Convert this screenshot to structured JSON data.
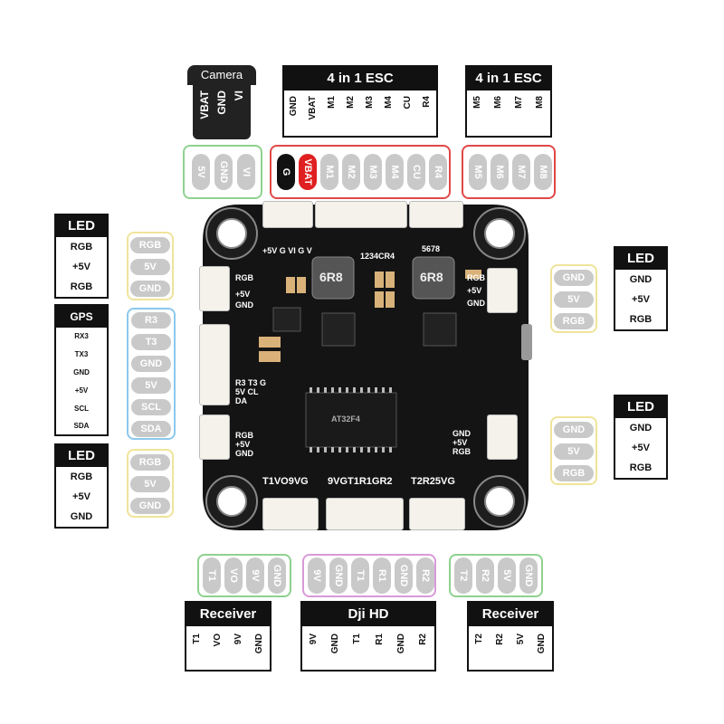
{
  "camera": {
    "title": "Camera",
    "pins": [
      "VBAT",
      "GND",
      "VI"
    ],
    "board_pins": [
      "5V",
      "GND",
      "VI"
    ]
  },
  "esc1": {
    "title": "4 in 1 ESC",
    "pins": [
      "GND",
      "VBAT",
      "M1",
      "M2",
      "M3",
      "M4",
      "CU",
      "R4"
    ],
    "board_pins": [
      "G",
      "VBAT",
      "M1",
      "M2",
      "M3",
      "M4",
      "CU",
      "R4"
    ]
  },
  "esc2": {
    "title": "4 in 1 ESC",
    "pins": [
      "M5",
      "M6",
      "M7",
      "M8"
    ],
    "board_pins": [
      "M5",
      "M6",
      "M7",
      "M8"
    ]
  },
  "led_left_top": {
    "title": "LED",
    "pins": [
      "RGB",
      "+5V",
      "RGB"
    ],
    "board_pins": [
      "RGB",
      "5V",
      "GND"
    ]
  },
  "gps": {
    "title": "GPS",
    "pins": [
      "RX3",
      "TX3",
      "GND",
      "+5V",
      "SCL",
      "SDA"
    ],
    "board_pins": [
      "R3",
      "T3",
      "GND",
      "5V",
      "SCL",
      "SDA"
    ]
  },
  "led_left_bottom": {
    "title": "LED",
    "pins": [
      "RGB",
      "+5V",
      "GND"
    ],
    "board_pins": [
      "RGB",
      "5V",
      "GND"
    ]
  },
  "led_right_top": {
    "title": "LED",
    "pins": [
      "GND",
      "+5V",
      "RGB"
    ],
    "board_pins": [
      "GND",
      "5V",
      "RGB"
    ]
  },
  "led_right_bottom": {
    "title": "LED",
    "pins": [
      "GND",
      "+5V",
      "RGB"
    ],
    "board_pins": [
      "GND",
      "5V",
      "RGB"
    ]
  },
  "receiver_left": {
    "title": "Receiver",
    "pins": [
      "T1",
      "VO",
      "9V",
      "GND"
    ],
    "board_pins": [
      "T1",
      "VO",
      "9V",
      "GND"
    ]
  },
  "dji": {
    "title": "Dji HD",
    "pins": [
      "9V",
      "GND",
      "T1",
      "R1",
      "GND",
      "R2"
    ],
    "board_pins": [
      "9V",
      "GND",
      "T1",
      "R1",
      "GND",
      "R2"
    ]
  },
  "receiver_right": {
    "title": "Receiver",
    "pins": [
      "T2",
      "R2",
      "5V",
      "GND"
    ],
    "board_pins": [
      "T2",
      "R2",
      "5V",
      "GND"
    ]
  },
  "board": {
    "chips": [
      "6R8",
      "6R8"
    ],
    "silk_top": "+5V G VI   G V",
    "silk_top2": "1234CR4",
    "silk_top3": "5678",
    "silk_bottom_left": "T1VO9VG",
    "silk_bottom_mid": "9VGT1R1GR2",
    "silk_bottom_right": "T2R25VG",
    "silk_left1": "RGB",
    "silk_left2": "+5V",
    "silk_left3": "GND",
    "silk_left4": "R3 T3 G 5V CL DA",
    "silk_left5": "RGB +5V GND",
    "silk_right1": "RGB",
    "silk_right2": "+5V",
    "silk_right3": "GND",
    "silk_right4": "GND +5V RGB",
    "mcu_text": "AT32F4"
  },
  "colors": {
    "green": "#8fd18f",
    "red": "#e04848",
    "yellow": "#f0e49a",
    "blue": "#8cc8ec",
    "pink": "#d89ad8",
    "pill": "#c9c9c9",
    "board": "#141414"
  }
}
